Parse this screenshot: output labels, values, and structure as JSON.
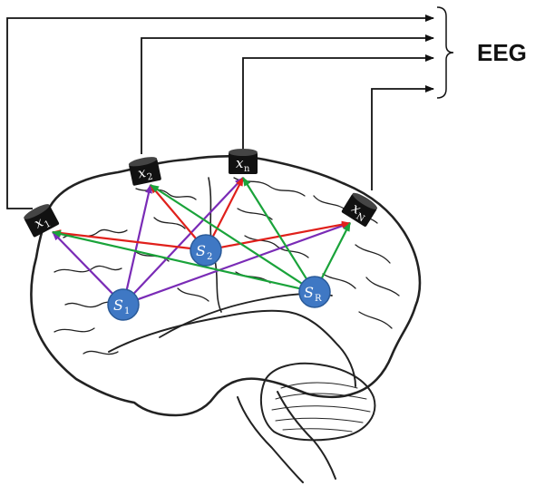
{
  "title": "EEG",
  "colors": {
    "wire": "#111111",
    "red": "#e0201b",
    "green": "#1aa33a",
    "purple": "#7a2bb6",
    "source_fill": "#3f78c4",
    "source_stroke": "#2a5a98",
    "sensor_fill": "#111111"
  },
  "sensors": [
    {
      "id": "x1",
      "letter": "x",
      "sub": "1"
    },
    {
      "id": "x2",
      "letter": "x",
      "sub": "2"
    },
    {
      "id": "xn",
      "letter": "x",
      "sub": "n"
    },
    {
      "id": "xN",
      "letter": "x",
      "sub": "N"
    }
  ],
  "sources": [
    {
      "id": "s1",
      "letter": "S",
      "sub": "1"
    },
    {
      "id": "s2",
      "letter": "S",
      "sub": "2"
    },
    {
      "id": "sR",
      "letter": "S",
      "sub": "R"
    }
  ],
  "connections": {
    "s1": {
      "color": "purple",
      "targets": [
        "x1",
        "x2",
        "xn",
        "xN"
      ]
    },
    "s2": {
      "color": "red",
      "targets": [
        "x1",
        "x2",
        "xn",
        "xN"
      ]
    },
    "sR": {
      "color": "green",
      "targets": [
        "x1",
        "x2",
        "xn",
        "xN"
      ]
    }
  }
}
